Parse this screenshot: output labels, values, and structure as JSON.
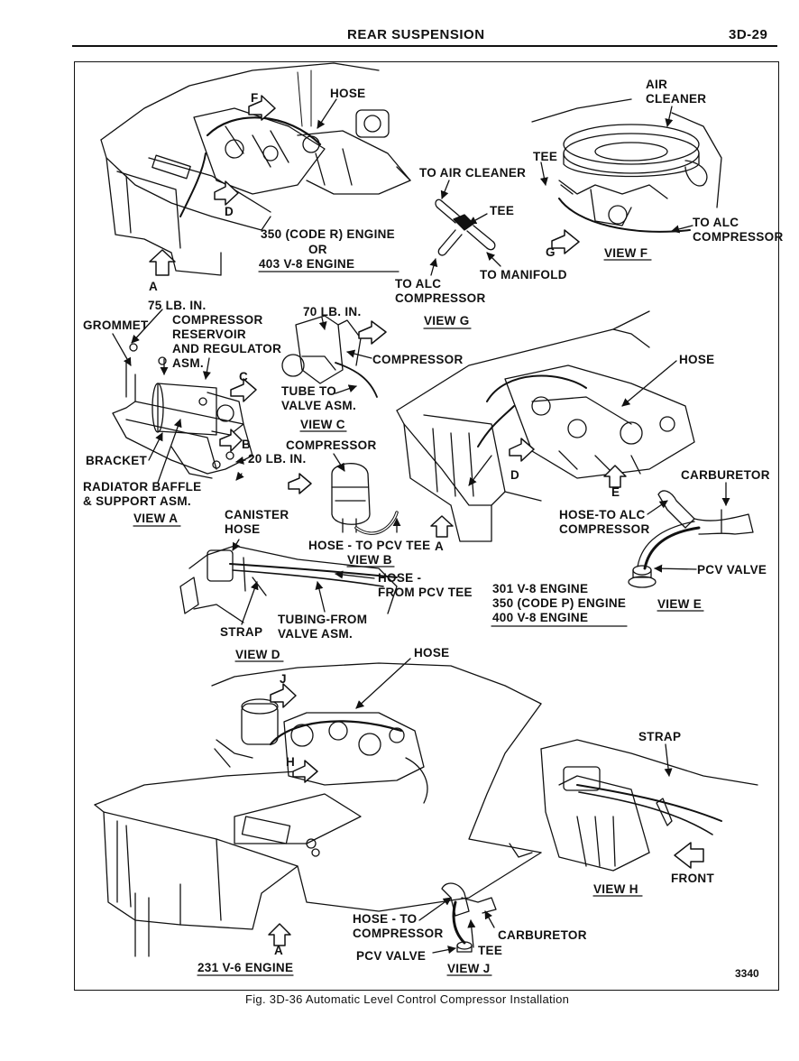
{
  "header": {
    "section": "REAR SUSPENSION",
    "page": "3D-29"
  },
  "caption": "Fig. 3D-36 Automatic Level Control Compressor Installation",
  "figure_number": "3340",
  "labels": {
    "hose_top": "HOSE",
    "f_marker": "F",
    "d_marker_top": "D",
    "engine_350r": "350 (CODE R) ENGINE",
    "or": "OR",
    "engine_403": "403 V-8 ENGINE",
    "a_marker_top": "A",
    "air_cleaner": "AIR\nCLEANER",
    "tee_f": "TEE",
    "to_air_cleaner": "TO AIR CLEANER",
    "tee_g": "TEE",
    "to_alc_compressor_f": "TO ALC\nCOMPRESSOR",
    "g_marker": "G",
    "view_f": "VIEW F",
    "to_manifold": "TO MANIFOLD",
    "to_alc_compressor_g": "TO ALC\nCOMPRESSOR",
    "view_g": "VIEW G",
    "torque_75": "75 LB. IN.",
    "grommet": "GROMMET",
    "compressor_reservoir": "COMPRESSOR\nRESERVOIR\nAND REGULATOR\nASM.",
    "torque_70": "70 LB. IN.",
    "compressor_c": "COMPRESSOR",
    "c_marker": "C",
    "tube_to_valve": "TUBE TO\nVALVE ASM.",
    "view_c": "VIEW C",
    "b_marker": "B",
    "compressor_b": "COMPRESSOR",
    "bracket": "BRACKET",
    "torque_20": "20 LB. IN.",
    "radiator_baffle": "RADIATOR BAFFLE\n& SUPPORT ASM.",
    "view_a": "VIEW A",
    "hose_e": "HOSE",
    "carburetor_e": "CARBURETOR",
    "d_marker_e": "D",
    "e_marker": "E",
    "hose_to_alc": "HOSE-TO ALC\nCOMPRESSOR",
    "pcv_valve_e": "PCV VALVE",
    "a_marker_mid": "A",
    "canister_hose": "CANISTER\nHOSE",
    "hose_to_pcv_tee": "HOSE - TO PCV TEE",
    "view_b": "VIEW B",
    "hose_from_pcv_tee": "HOSE -\nFROM PCV TEE",
    "strap_d": "STRAP",
    "tubing_from_valve": "TUBING-FROM\nVALVE ASM.",
    "view_d": "VIEW D",
    "engines_e": "301 V-8 ENGINE\n350 (CODE P) ENGINE\n400 V-8 ENGINE",
    "view_e": "VIEW E",
    "hose_j": "HOSE",
    "j_marker": "J",
    "h_marker": "H",
    "strap_h": "STRAP",
    "front": "FRONT",
    "view_h": "VIEW H",
    "hose_to_compressor": "HOSE - TO\nCOMPRESSOR",
    "carburetor_j": "CARBURETOR",
    "pcv_valve_j": "PCV VALVE",
    "tee_j": "TEE",
    "view_j": "VIEW J",
    "a_marker_bottom": "A",
    "engine_231": "231 V-6 ENGINE"
  }
}
